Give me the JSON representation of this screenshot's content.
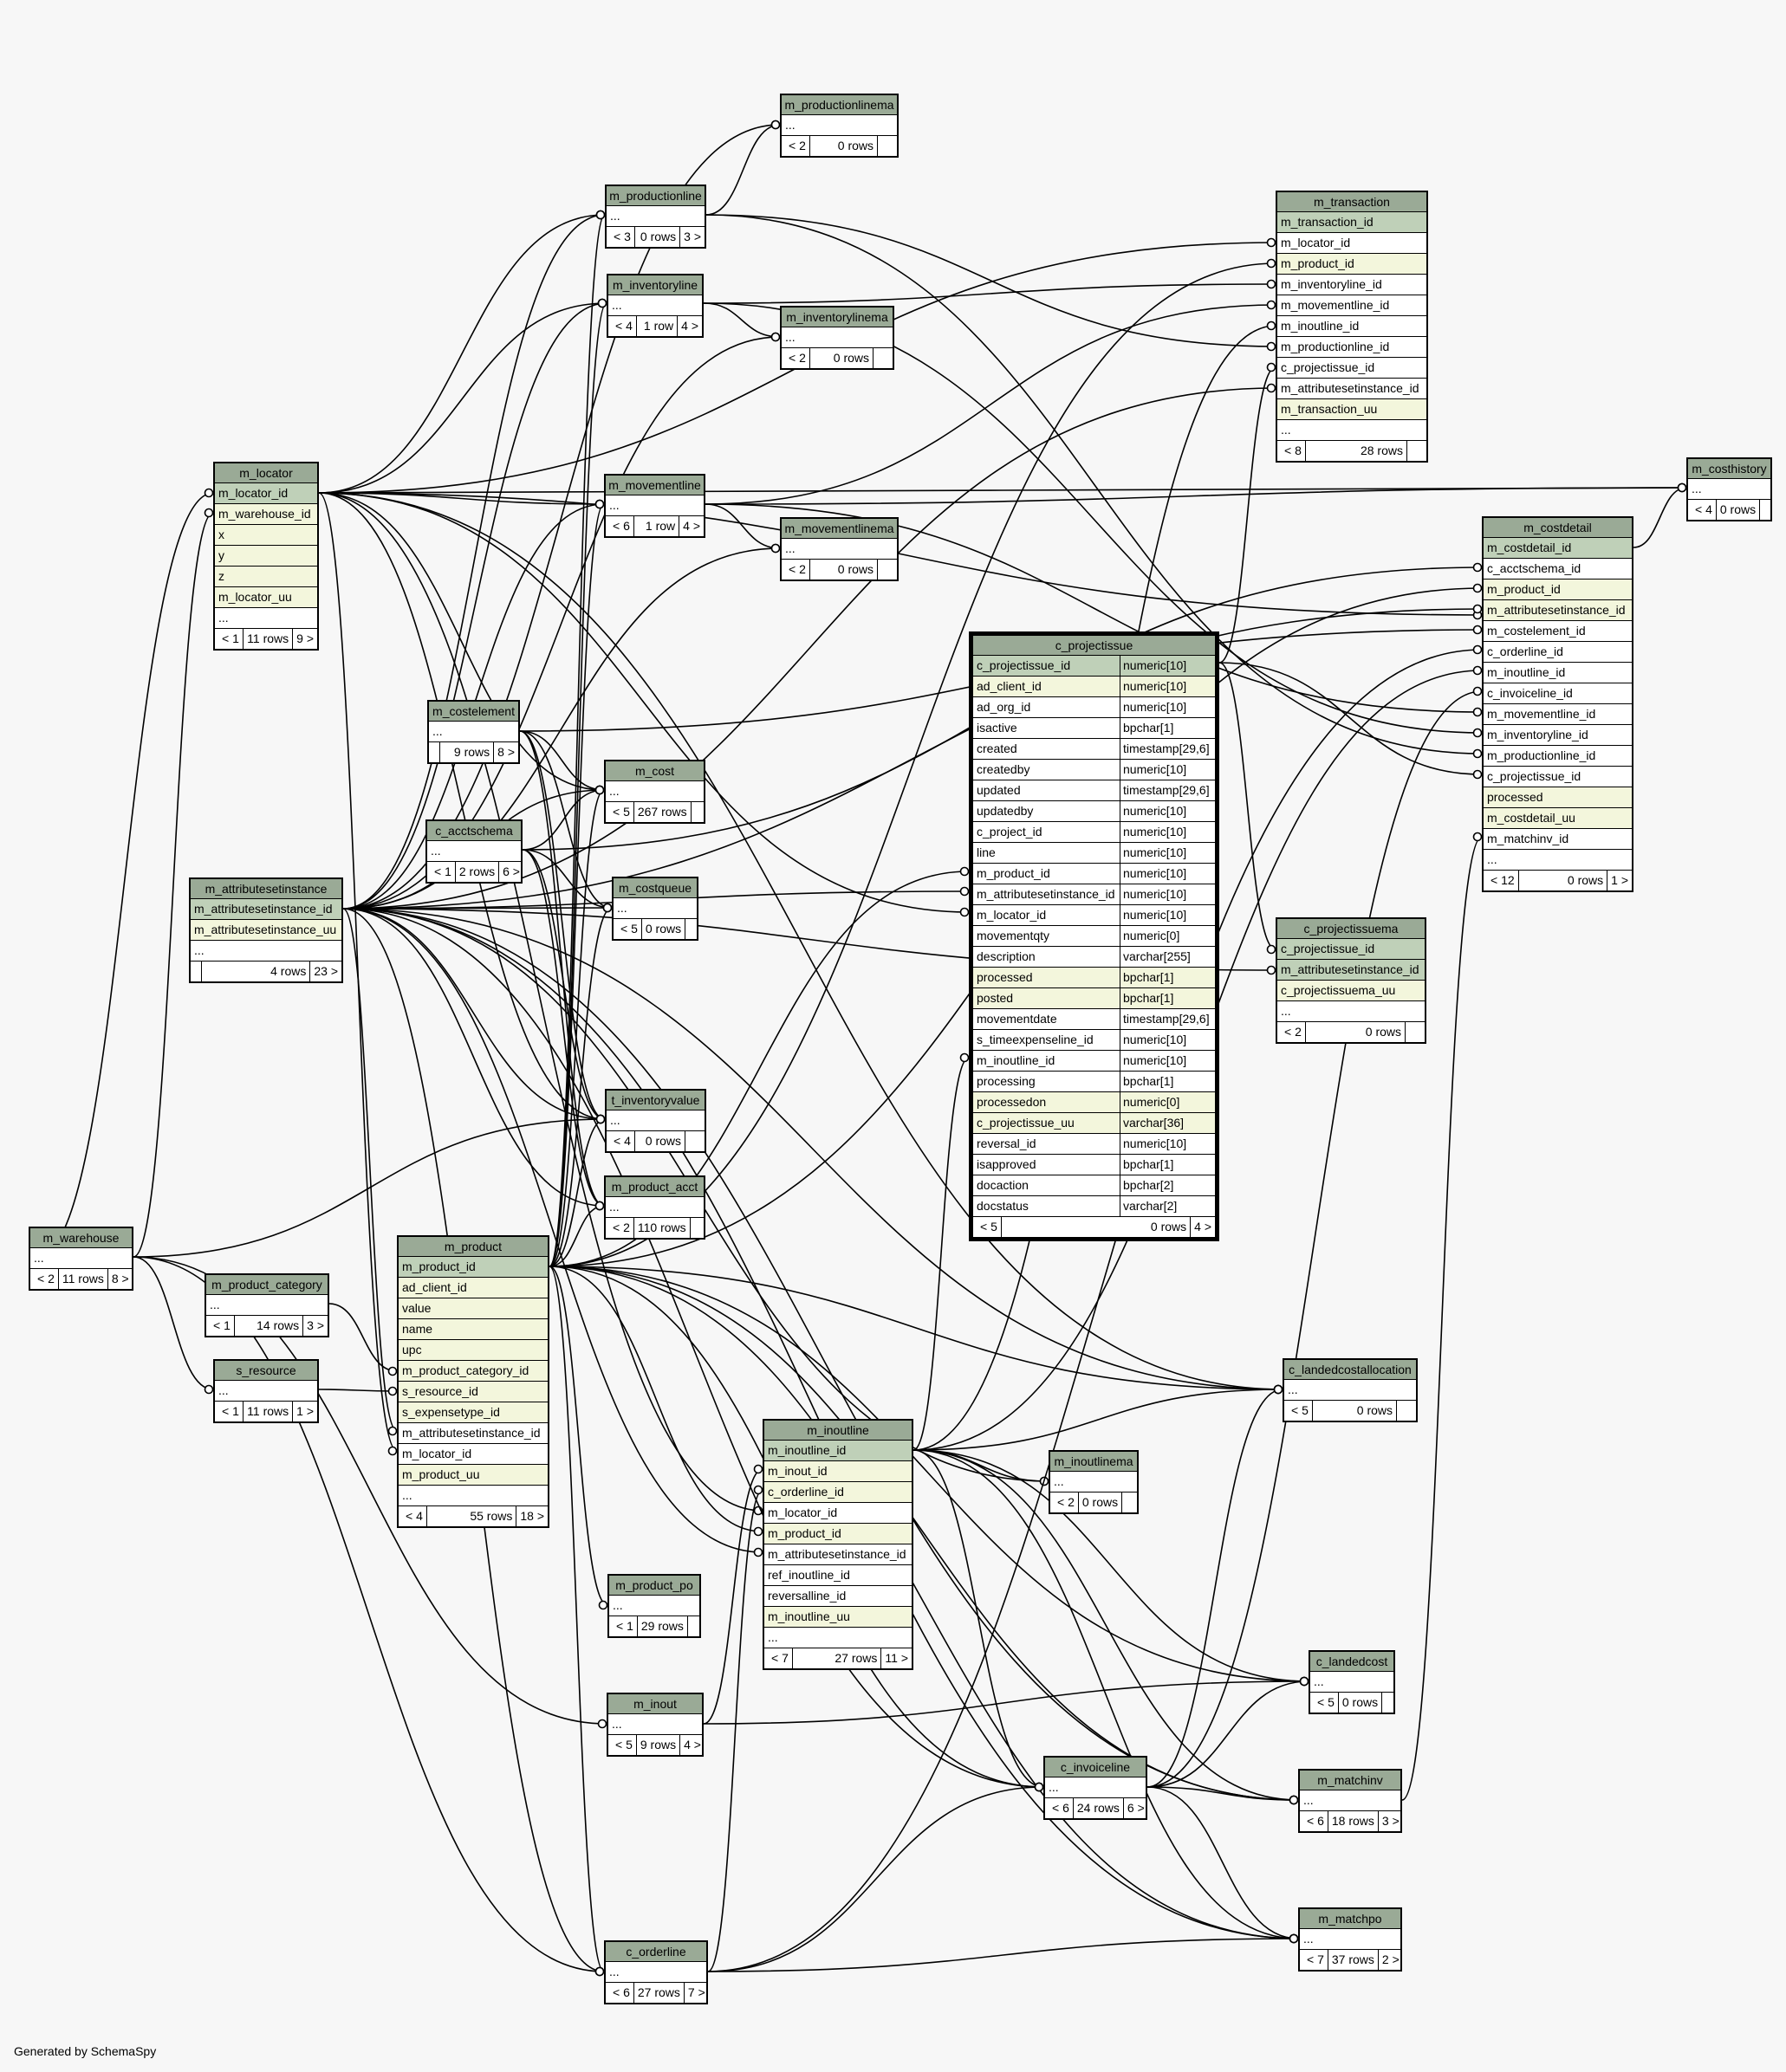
{
  "credit": "Generated by SchemaSpy",
  "colors": {
    "header": "#9aaa96",
    "pk": "#bfd0b8",
    "idx": "#f3f6dc",
    "background": "#f7f7f7"
  },
  "tables": [
    {
      "id": "m_productionlinema",
      "rows": [
        {
          "c": "...",
          "t": ""
        }
      ],
      "f": [
        "< 2",
        "0 rows",
        ""
      ]
    },
    {
      "id": "m_productionline",
      "rows": [
        {
          "c": "...",
          "t": ""
        }
      ],
      "f": [
        "< 3",
        "0 rows",
        "3 >"
      ]
    },
    {
      "id": "m_inventoryline",
      "rows": [
        {
          "c": "...",
          "t": ""
        }
      ],
      "f": [
        "< 4",
        "1 row",
        "4 >"
      ]
    },
    {
      "id": "m_inventorylinema",
      "rows": [
        {
          "c": "...",
          "t": ""
        }
      ],
      "f": [
        "< 2",
        "0 rows",
        ""
      ]
    },
    {
      "id": "m_transaction",
      "rows": [
        {
          "c": "m_transaction_id",
          "t": "",
          "k": "pk"
        },
        {
          "c": "m_locator_id",
          "t": ""
        },
        {
          "c": "m_product_id",
          "t": "",
          "k": "idx"
        },
        {
          "c": "m_inventoryline_id",
          "t": ""
        },
        {
          "c": "m_movementline_id",
          "t": ""
        },
        {
          "c": "m_inoutline_id",
          "t": ""
        },
        {
          "c": "m_productionline_id",
          "t": ""
        },
        {
          "c": "c_projectissue_id",
          "t": ""
        },
        {
          "c": "m_attributesetinstance_id",
          "t": ""
        },
        {
          "c": "m_transaction_uu",
          "t": "",
          "k": "idx"
        },
        {
          "c": "...",
          "t": ""
        }
      ],
      "f": [
        "< 8",
        "28 rows",
        ""
      ]
    },
    {
      "id": "m_costhistory",
      "rows": [
        {
          "c": "...",
          "t": ""
        }
      ],
      "f": [
        "< 4",
        "0 rows",
        ""
      ]
    },
    {
      "id": "m_locator",
      "rows": [
        {
          "c": "m_locator_id",
          "t": "",
          "k": "pk"
        },
        {
          "c": "m_warehouse_id",
          "t": "",
          "k": "idx"
        },
        {
          "c": "x",
          "t": "",
          "k": "idx"
        },
        {
          "c": "y",
          "t": "",
          "k": "idx"
        },
        {
          "c": "z",
          "t": "",
          "k": "idx"
        },
        {
          "c": "m_locator_uu",
          "t": "",
          "k": "idx"
        },
        {
          "c": "...",
          "t": ""
        }
      ],
      "f": [
        "< 1",
        "11 rows",
        "9 >"
      ]
    },
    {
      "id": "m_movementline",
      "rows": [
        {
          "c": "...",
          "t": ""
        }
      ],
      "f": [
        "< 6",
        "1 row",
        "4 >"
      ]
    },
    {
      "id": "m_movementlinema",
      "rows": [
        {
          "c": "...",
          "t": ""
        }
      ],
      "f": [
        "< 2",
        "0 rows",
        ""
      ]
    },
    {
      "id": "m_costdetail",
      "rows": [
        {
          "c": "m_costdetail_id",
          "t": "",
          "k": "pk"
        },
        {
          "c": "c_acctschema_id",
          "t": ""
        },
        {
          "c": "m_product_id",
          "t": "",
          "k": "idx"
        },
        {
          "c": "m_attributesetinstance_id",
          "t": "",
          "k": "idx"
        },
        {
          "c": "m_costelement_id",
          "t": ""
        },
        {
          "c": "c_orderline_id",
          "t": ""
        },
        {
          "c": "m_inoutline_id",
          "t": ""
        },
        {
          "c": "c_invoiceline_id",
          "t": ""
        },
        {
          "c": "m_movementline_id",
          "t": ""
        },
        {
          "c": "m_inventoryline_id",
          "t": ""
        },
        {
          "c": "m_productionline_id",
          "t": ""
        },
        {
          "c": "c_projectissue_id",
          "t": ""
        },
        {
          "c": "processed",
          "t": "",
          "k": "idx"
        },
        {
          "c": "m_costdetail_uu",
          "t": "",
          "k": "idx"
        },
        {
          "c": "m_matchinv_id",
          "t": ""
        },
        {
          "c": "...",
          "t": ""
        }
      ],
      "f": [
        "< 12",
        "0 rows",
        "1 >"
      ]
    },
    {
      "id": "c_projectissue",
      "focus": true,
      "rows": [
        {
          "c": "c_projectissue_id",
          "t": "numeric[10]",
          "k": "pk"
        },
        {
          "c": "ad_client_id",
          "t": "numeric[10]",
          "k": "idx"
        },
        {
          "c": "ad_org_id",
          "t": "numeric[10]"
        },
        {
          "c": "isactive",
          "t": "bpchar[1]"
        },
        {
          "c": "created",
          "t": "timestamp[29,6]"
        },
        {
          "c": "createdby",
          "t": "numeric[10]"
        },
        {
          "c": "updated",
          "t": "timestamp[29,6]"
        },
        {
          "c": "updatedby",
          "t": "numeric[10]"
        },
        {
          "c": "c_project_id",
          "t": "numeric[10]"
        },
        {
          "c": "line",
          "t": "numeric[10]"
        },
        {
          "c": "m_product_id",
          "t": "numeric[10]"
        },
        {
          "c": "m_attributesetinstance_id",
          "t": "numeric[10]"
        },
        {
          "c": "m_locator_id",
          "t": "numeric[10]"
        },
        {
          "c": "movementqty",
          "t": "numeric[0]"
        },
        {
          "c": "description",
          "t": "varchar[255]"
        },
        {
          "c": "processed",
          "t": "bpchar[1]",
          "k": "idx"
        },
        {
          "c": "posted",
          "t": "bpchar[1]",
          "k": "idx"
        },
        {
          "c": "movementdate",
          "t": "timestamp[29,6]"
        },
        {
          "c": "s_timeexpenseline_id",
          "t": "numeric[10]"
        },
        {
          "c": "m_inoutline_id",
          "t": "numeric[10]"
        },
        {
          "c": "processing",
          "t": "bpchar[1]"
        },
        {
          "c": "processedon",
          "t": "numeric[0]",
          "k": "idx"
        },
        {
          "c": "c_projectissue_uu",
          "t": "varchar[36]",
          "k": "idx"
        },
        {
          "c": "reversal_id",
          "t": "numeric[10]"
        },
        {
          "c": "isapproved",
          "t": "bpchar[1]"
        },
        {
          "c": "docaction",
          "t": "bpchar[2]"
        },
        {
          "c": "docstatus",
          "t": "varchar[2]"
        }
      ],
      "f": [
        "< 5",
        "0 rows",
        "4 >"
      ]
    },
    {
      "id": "m_costelement",
      "rows": [
        {
          "c": "...",
          "t": ""
        }
      ],
      "f": [
        "",
        "9 rows",
        "8 >"
      ]
    },
    {
      "id": "m_cost",
      "rows": [
        {
          "c": "...",
          "t": ""
        }
      ],
      "f": [
        "< 5",
        "267 rows",
        ""
      ]
    },
    {
      "id": "c_acctschema",
      "rows": [
        {
          "c": "...",
          "t": ""
        }
      ],
      "f": [
        "< 1",
        "2 rows",
        "6 >"
      ]
    },
    {
      "id": "m_attributesetinstance",
      "rows": [
        {
          "c": "m_attributesetinstance_id",
          "t": "",
          "k": "pk"
        },
        {
          "c": "m_attributesetinstance_uu",
          "t": "",
          "k": "idx"
        },
        {
          "c": "...",
          "t": ""
        }
      ],
      "f": [
        "",
        "4 rows",
        "23 >"
      ]
    },
    {
      "id": "m_costqueue",
      "rows": [
        {
          "c": "...",
          "t": ""
        }
      ],
      "f": [
        "< 5",
        "0 rows",
        ""
      ]
    },
    {
      "id": "c_projectissuema",
      "rows": [
        {
          "c": "c_projectissue_id",
          "t": "",
          "k": "pk"
        },
        {
          "c": "m_attributesetinstance_id",
          "t": "",
          "k": "pk"
        },
        {
          "c": "c_projectissuema_uu",
          "t": "",
          "k": "idx"
        },
        {
          "c": "...",
          "t": ""
        }
      ],
      "f": [
        "< 2",
        "0 rows",
        ""
      ]
    },
    {
      "id": "t_inventoryvalue",
      "rows": [
        {
          "c": "...",
          "t": ""
        }
      ],
      "f": [
        "< 4",
        "0 rows",
        ""
      ]
    },
    {
      "id": "m_product_acct",
      "rows": [
        {
          "c": "...",
          "t": ""
        }
      ],
      "f": [
        "< 2",
        "110 rows",
        ""
      ]
    },
    {
      "id": "m_warehouse",
      "rows": [
        {
          "c": "...",
          "t": ""
        }
      ],
      "f": [
        "< 2",
        "11 rows",
        "8 >"
      ]
    },
    {
      "id": "m_product",
      "rows": [
        {
          "c": "m_product_id",
          "t": "",
          "k": "pk"
        },
        {
          "c": "ad_client_id",
          "t": "",
          "k": "idx"
        },
        {
          "c": "value",
          "t": "",
          "k": "idx"
        },
        {
          "c": "name",
          "t": "",
          "k": "idx"
        },
        {
          "c": "upc",
          "t": "",
          "k": "idx"
        },
        {
          "c": "m_product_category_id",
          "t": "",
          "k": "idx"
        },
        {
          "c": "s_resource_id",
          "t": "",
          "k": "idx"
        },
        {
          "c": "s_expensetype_id",
          "t": "",
          "k": "idx"
        },
        {
          "c": "m_attributesetinstance_id",
          "t": ""
        },
        {
          "c": "m_locator_id",
          "t": ""
        },
        {
          "c": "m_product_uu",
          "t": "",
          "k": "idx"
        },
        {
          "c": "...",
          "t": ""
        }
      ],
      "f": [
        "< 4",
        "55 rows",
        "18 >"
      ]
    },
    {
      "id": "m_product_category",
      "rows": [
        {
          "c": "...",
          "t": ""
        }
      ],
      "f": [
        "< 1",
        "14 rows",
        "3 >"
      ]
    },
    {
      "id": "s_resource",
      "rows": [
        {
          "c": "...",
          "t": ""
        }
      ],
      "f": [
        "< 1",
        "11 rows",
        "1 >"
      ]
    },
    {
      "id": "c_landedcostallocation",
      "rows": [
        {
          "c": "...",
          "t": ""
        }
      ],
      "f": [
        "< 5",
        "0 rows",
        ""
      ]
    },
    {
      "id": "m_inoutline",
      "rows": [
        {
          "c": "m_inoutline_id",
          "t": "",
          "k": "pk"
        },
        {
          "c": "m_inout_id",
          "t": "",
          "k": "idx"
        },
        {
          "c": "c_orderline_id",
          "t": "",
          "k": "idx"
        },
        {
          "c": "m_locator_id",
          "t": ""
        },
        {
          "c": "m_product_id",
          "t": "",
          "k": "idx"
        },
        {
          "c": "m_attributesetinstance_id",
          "t": ""
        },
        {
          "c": "ref_inoutline_id",
          "t": ""
        },
        {
          "c": "reversalline_id",
          "t": ""
        },
        {
          "c": "m_inoutline_uu",
          "t": "",
          "k": "idx"
        },
        {
          "c": "...",
          "t": ""
        }
      ],
      "f": [
        "< 7",
        "27 rows",
        "11 >"
      ]
    },
    {
      "id": "m_inoutlinema",
      "rows": [
        {
          "c": "...",
          "t": ""
        }
      ],
      "f": [
        "< 2",
        "0 rows",
        ""
      ]
    },
    {
      "id": "m_product_po",
      "rows": [
        {
          "c": "...",
          "t": ""
        }
      ],
      "f": [
        "< 1",
        "29 rows",
        ""
      ]
    },
    {
      "id": "c_landedcost",
      "rows": [
        {
          "c": "...",
          "t": ""
        }
      ],
      "f": [
        "< 5",
        "0 rows",
        ""
      ]
    },
    {
      "id": "m_inout",
      "rows": [
        {
          "c": "...",
          "t": ""
        }
      ],
      "f": [
        "< 5",
        "9 rows",
        "4 >"
      ]
    },
    {
      "id": "c_invoiceline",
      "rows": [
        {
          "c": "...",
          "t": ""
        }
      ],
      "f": [
        "< 6",
        "24 rows",
        "6 >"
      ]
    },
    {
      "id": "m_matchinv",
      "rows": [
        {
          "c": "...",
          "t": ""
        }
      ],
      "f": [
        "< 6",
        "18 rows",
        "3 >"
      ]
    },
    {
      "id": "m_matchpo",
      "rows": [
        {
          "c": "...",
          "t": ""
        }
      ],
      "f": [
        "< 7",
        "37 rows",
        "2 >"
      ]
    },
    {
      "id": "c_orderline",
      "rows": [
        {
          "c": "...",
          "t": ""
        }
      ],
      "f": [
        "< 6",
        "27 rows",
        "7 >"
      ]
    }
  ]
}
